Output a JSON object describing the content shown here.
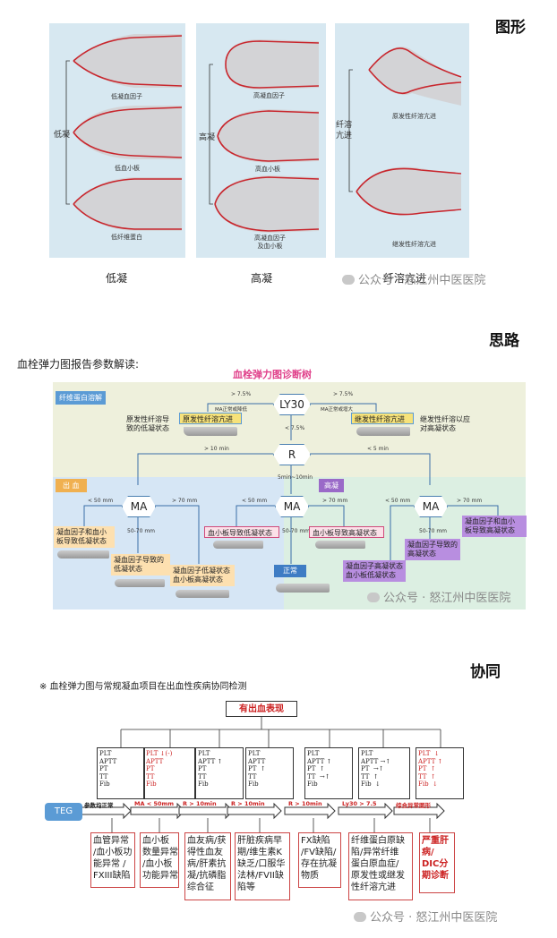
{
  "section1": {
    "heading": "图形",
    "col_labels": [
      "低凝",
      "高凝",
      "纤溶亢进"
    ],
    "side_labels": [
      "低凝",
      "高凝",
      "纤溶\n亢进"
    ],
    "p1_labels": [
      "低凝血因子",
      "低血小板",
      "低纤维蛋白"
    ],
    "p2_labels": [
      "高凝血因子",
      "高血小板",
      "高凝血因子\n及血小板"
    ],
    "p3_labels": [
      "原发性纤溶亢进",
      "继发性纤溶亢进"
    ]
  },
  "section2": {
    "heading": "思路",
    "subtitle": "血栓弹力图报告参数解读:",
    "tree_title": "血栓弹力图诊断树",
    "band_top": "纤维蛋白溶解",
    "band_left": "出 血",
    "band_right": "高凝",
    "ly30": "LY30",
    "r": "R",
    "ma": "MA",
    "ly_left_cond": "> 7.5%",
    "ly_left_note": "MA正常或降低",
    "ly_right_cond": "> 7.5%",
    "ly_right_note": "MA正常或增大",
    "ly_mid_cond": "< 7.5%",
    "r_left_cond": "> 10 min",
    "r_right_cond": "< 5 min",
    "r_mid_cond": "5min~10min",
    "primary": "原发性纤溶亢进",
    "primary_note": "原发性纤溶导\n致的低凝状态",
    "secondary": "继发性纤溶亢进",
    "secondary_note": "继发性纤溶以应\n对高凝状态",
    "ma_lt50": "< 50 mm",
    "ma_gt70": "> 70 mm",
    "ma_5070": "50-70 mm",
    "l1": "凝血因子和血小\n板导致低凝状态",
    "l2": "凝血因子导致的\n低凝状态",
    "l3": "凝血因子低凝状态\n血小板高凝状态",
    "m1": "血小板导致低凝状态",
    "m2": "血小板导致高凝状态",
    "m3": "正常",
    "r1": "凝血因子和血小\n板导致高凝状态",
    "r2": "凝血因子导致的\n高凝状态",
    "r3": "凝血因子高凝状态\n血小板低凝状态"
  },
  "section3": {
    "heading": "协同",
    "subtitle": "※ 血栓弹力图与常规凝血项目在出血性疾病协同检测",
    "top": "有出血表现",
    "teg": "TEG",
    "conds": [
      "参数均正常",
      "MA < 50mm",
      "R > 10min",
      "R > 10min",
      "R > 10min",
      "Ly30 > 7.5",
      "综合异常图形"
    ],
    "labs": [
      "PLT\nAPTT\nPT\nTT\nFib",
      "PLT ↓(-)\nAPTT\nPT\nTT\nFib",
      "PLT\nAPTT ↑\nPT\nTT\nFib",
      "PLT\nAPTT\nPT  ↑\nTT\nFib",
      "PLT\nAPTT ↑\nPT  ↑\nTT  →↑\nFib",
      "PLT\nAPTT →↑\nPT  →↑\nTT  ↑\nFib  ↓",
      "PLT  ↓\nAPTT ↑\nPT  ↑\nTT  ↑\nFib  ↓"
    ],
    "results": [
      "血管异常\n/血小板功\n能异常 /\nFXIII缺陷",
      "血小板\n数量异常\n/血小板\n功能异常",
      "血友病/获\n得性血友\n病/肝素抗\n凝/抗磷脂\n综合征",
      "肝脏疾病早\n期/维生素K\n缺乏/口服华\n法林/FVII缺\n陷等",
      "FX缺陷\n/FV缺陷/\n存在抗凝\n物质",
      "纤维蛋白原缺\n陷/异常纤维\n蛋白原血症/\n原发性或继发\n性纤溶亢进",
      "严重肝\n病/\nDIC分\n期诊断"
    ]
  },
  "watermark": "公众号 · 怒江州中医医院"
}
